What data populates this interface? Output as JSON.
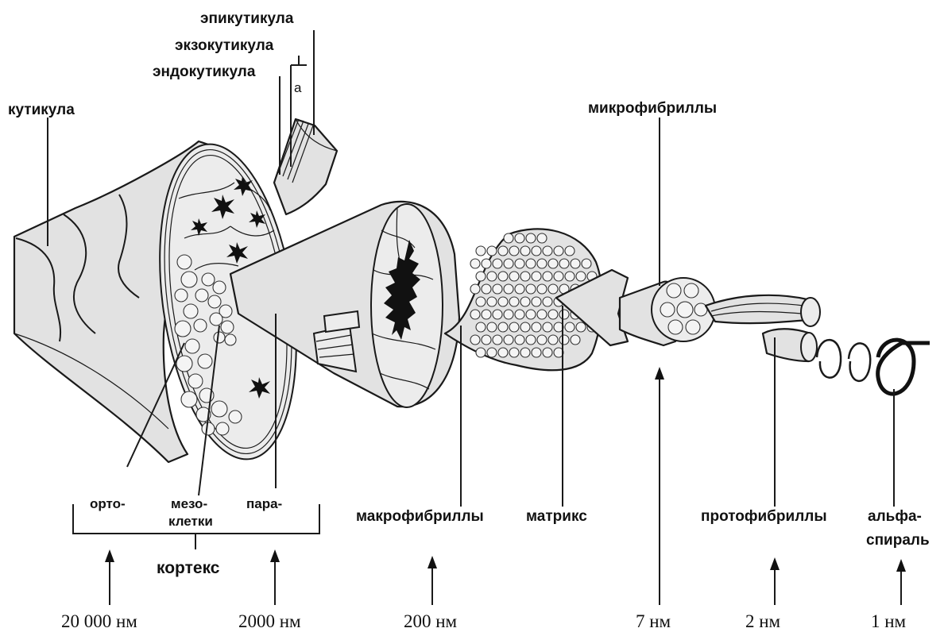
{
  "labels": {
    "epicuticle": "эпикутикула",
    "exocuticle": "экзокутикула",
    "endocuticle": "эндокутикула",
    "a_mark": "а",
    "cuticle": "кутикула",
    "microfibrils": "микрофибриллы",
    "ortho": "орто-",
    "meso": "мезо-",
    "cells": "клетки",
    "para": "пара-",
    "cortex": "кортекс",
    "macrofibrils": "макрофибриллы",
    "matrix": "матрикс",
    "protofibrils": "протофибриллы",
    "alpha_line1": "альфа-",
    "alpha_line2": "спираль"
  },
  "scale_labels": [
    "20 000 нм",
    "2000 нм",
    "200 нм",
    "7 нм",
    "2 нм",
    "1 нм"
  ]
}
